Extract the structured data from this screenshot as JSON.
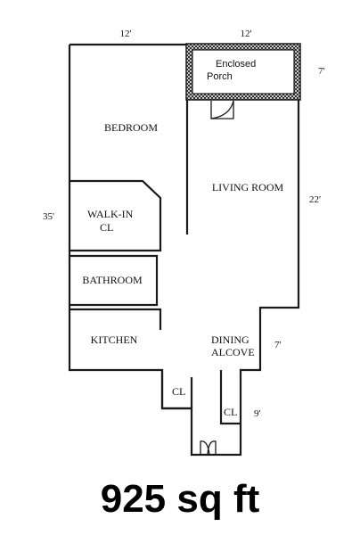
{
  "rooms": {
    "porch_line1": "Enclosed",
    "porch_line2": "Porch",
    "bedroom": "BEDROOM",
    "living": "LIVING ROOM",
    "walkin_line1": "WALK-IN",
    "walkin_line2": "CL",
    "bathroom": "BATHROOM",
    "kitchen": "KITCHEN",
    "dining_line1": "DINING",
    "dining_line2": "ALCOVE",
    "closet_left": "CL",
    "closet_right": "CL"
  },
  "dimensions": {
    "top_left": "12'",
    "top_right": "12'",
    "porch_height": "7'",
    "left_length": "35'",
    "living_length": "22'",
    "dining_length": "7'",
    "closet_length": "9'"
  },
  "area_label": "925 sq ft"
}
